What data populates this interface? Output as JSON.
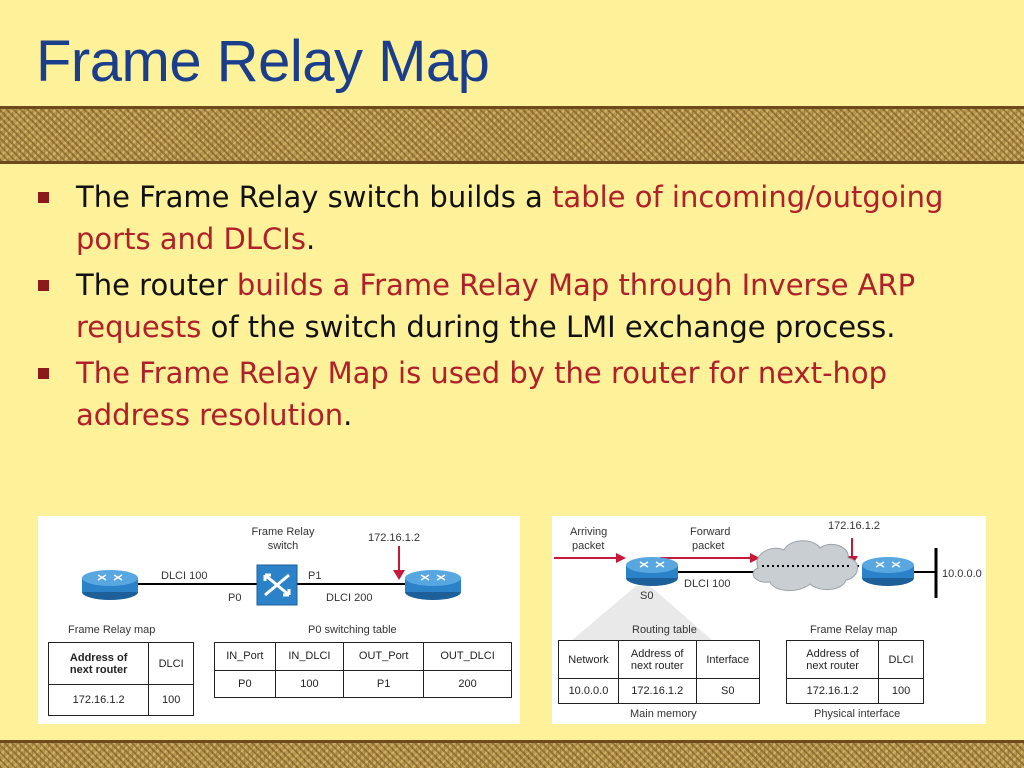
{
  "slide": {
    "title": "Frame Relay Map",
    "bullets": [
      {
        "a": "The Frame Relay switch builds a ",
        "b": "table of incoming/outgoing ports and DLCIs",
        "c": "."
      },
      {
        "a": "The router ",
        "b": "builds a Frame Relay Map through Inverse ARP requests",
        "c": " of the switch during the LMI exchange process."
      },
      {
        "a": "",
        "b": "The Frame Relay Map is used by the router for next-hop address resolution",
        "c": "."
      }
    ]
  },
  "left_figure": {
    "switch_label_1": "Frame Relay",
    "switch_label_2": "switch",
    "ip": "172.16.1.2",
    "dlci_a": "DLCI 100",
    "dlci_b": "DLCI 200",
    "port_p0": "P0",
    "port_p1": "P1",
    "map_caption": "Frame Relay map",
    "map_h1": "Address of",
    "map_h1b": "next router",
    "map_h2": "DLCI",
    "map_v1": "172.16.1.2",
    "map_v2": "100",
    "switch_caption": "P0 switching table",
    "sw_headers": [
      "IN_Port",
      "IN_DLCI",
      "OUT_Port",
      "OUT_DLCI"
    ],
    "sw_row": [
      "P0",
      "100",
      "P1",
      "200"
    ]
  },
  "right_figure": {
    "arriving_1": "Arriving",
    "arriving_2": "packet",
    "forward_1": "Forward",
    "forward_2": "packet",
    "ip": "172.16.1.2",
    "dlci": "DLCI 100",
    "iface": "S0",
    "network": "10.0.0.0",
    "rt_caption": "Routing table",
    "rt_headers": [
      "Network",
      "Address of",
      "next router",
      "Interface"
    ],
    "rt_row": [
      "10.0.0.0",
      "172.16.1.2",
      "S0"
    ],
    "map_caption": "Frame Relay map",
    "map_h1": "Address of",
    "map_h1b": "next router",
    "map_h2": "DLCI",
    "map_v1": "172.16.1.2",
    "map_v2": "100",
    "mem_caption": "Main memory",
    "phys_caption": "Physical interface"
  },
  "colors": {
    "title": "#1a3e8c",
    "highlight": "#b0202a",
    "router": "#2b82c9",
    "arrow": "#c8183a"
  }
}
